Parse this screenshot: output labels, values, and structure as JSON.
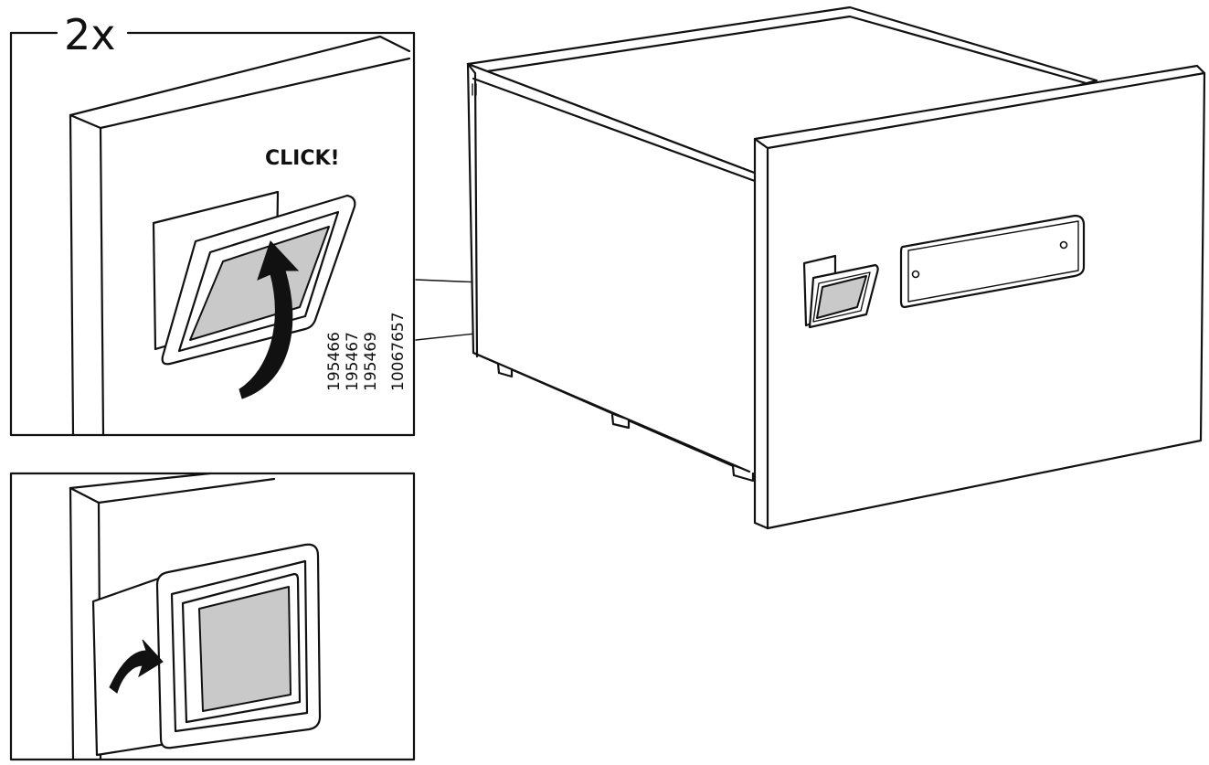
{
  "step": {
    "quantity_label": "2x",
    "sound_label": "CLICK!",
    "part_numbers": [
      "195466",
      "195467",
      "195469",
      "10067657"
    ]
  },
  "icons": [
    "arrow-curved-up-icon",
    "arrow-right-icon"
  ]
}
